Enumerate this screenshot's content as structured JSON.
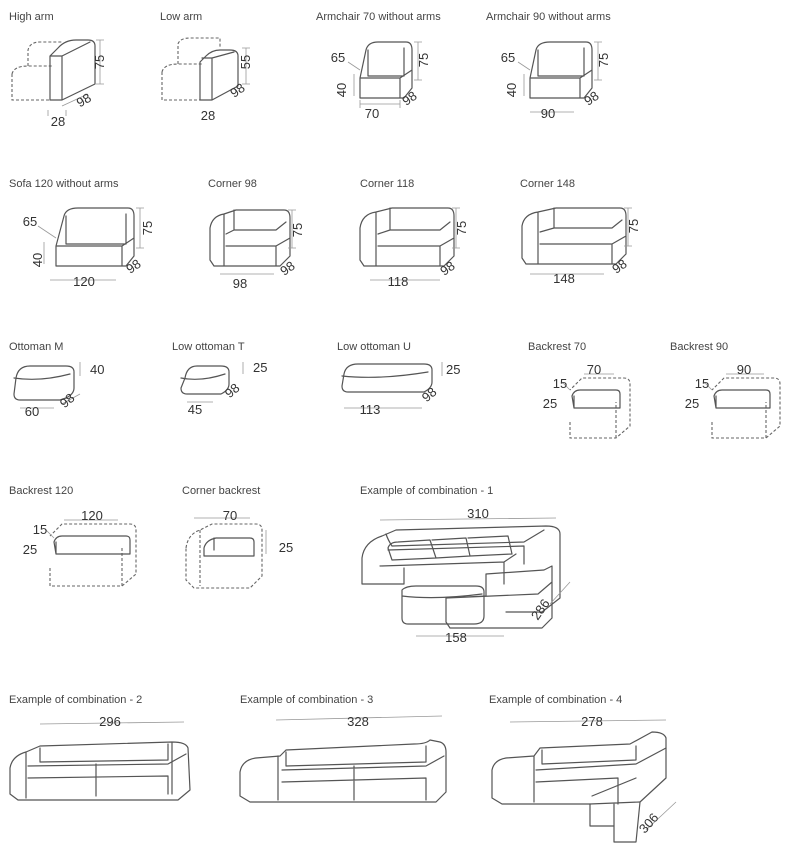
{
  "items": [
    {
      "id": "high-arm",
      "title": "High arm",
      "dims": {
        "height": "75",
        "depth": "98",
        "width": "28"
      }
    },
    {
      "id": "low-arm",
      "title": "Low arm",
      "dims": {
        "height": "55",
        "depth": "98",
        "width": "28"
      }
    },
    {
      "id": "armchair-70",
      "title": "Armchair 70 without arms",
      "dims": {
        "back": "65",
        "seat": "40",
        "height": "75",
        "depth": "98",
        "width": "70"
      }
    },
    {
      "id": "armchair-90",
      "title": "Armchair 90 without arms",
      "dims": {
        "back": "65",
        "seat": "40",
        "height": "75",
        "depth": "98",
        "width": "90"
      }
    },
    {
      "id": "sofa-120",
      "title": "Sofa 120 without arms",
      "dims": {
        "back": "65",
        "seat": "40",
        "height": "75",
        "depth": "98",
        "width": "120"
      }
    },
    {
      "id": "corner-98",
      "title": "Corner 98",
      "dims": {
        "height": "75",
        "depth": "98",
        "width": "98"
      }
    },
    {
      "id": "corner-118",
      "title": "Corner 118",
      "dims": {
        "height": "75",
        "depth": "98",
        "width": "118"
      }
    },
    {
      "id": "corner-148",
      "title": "Corner 148",
      "dims": {
        "height": "75",
        "depth": "98",
        "width": "148"
      }
    },
    {
      "id": "ottoman-m",
      "title": "Ottoman M",
      "dims": {
        "height": "40",
        "depth": "98",
        "width": "60"
      }
    },
    {
      "id": "low-ottoman-t",
      "title": "Low ottoman T",
      "dims": {
        "height": "25",
        "depth": "98",
        "width": "45"
      }
    },
    {
      "id": "low-ottoman-u",
      "title": "Low ottoman U",
      "dims": {
        "height": "25",
        "depth": "98",
        "width": "113"
      }
    },
    {
      "id": "backrest-70",
      "title": "Backrest 70",
      "dims": {
        "width": "70",
        "top": "15",
        "height": "25"
      }
    },
    {
      "id": "backrest-90",
      "title": "Backrest 90",
      "dims": {
        "width": "90",
        "top": "15",
        "height": "25"
      }
    },
    {
      "id": "backrest-120",
      "title": "Backrest 120",
      "dims": {
        "width": "120",
        "top": "15",
        "height": "25"
      }
    },
    {
      "id": "corner-backrest",
      "title": "Corner backrest",
      "dims": {
        "width": "70",
        "height": "25"
      }
    },
    {
      "id": "combination-1",
      "title": "Example of combination - 1",
      "dims": {
        "width": "310",
        "depth": "286",
        "chaise": "158"
      }
    },
    {
      "id": "combination-2",
      "title": "Example of combination - 2",
      "dims": {
        "width": "296"
      }
    },
    {
      "id": "combination-3",
      "title": "Example of combination - 3",
      "dims": {
        "width": "328"
      }
    },
    {
      "id": "combination-4",
      "title": "Example of combination - 4",
      "dims": {
        "width": "278",
        "depth": "306"
      }
    }
  ]
}
